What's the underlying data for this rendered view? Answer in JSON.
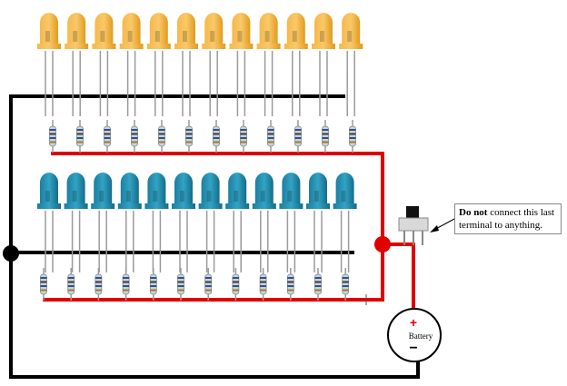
{
  "callout": {
    "bold": "Do not",
    "text": " connect this last terminal to anything."
  },
  "battery": {
    "label": "Battery",
    "plus": "+",
    "minus": "−"
  },
  "colors": {
    "orange_led": "#f5a623",
    "blue_led": "#1f8fb0",
    "wire_black": "#000000",
    "wire_red": "#e00000"
  },
  "counts": {
    "orange_leds": 12,
    "blue_leds": 12
  }
}
